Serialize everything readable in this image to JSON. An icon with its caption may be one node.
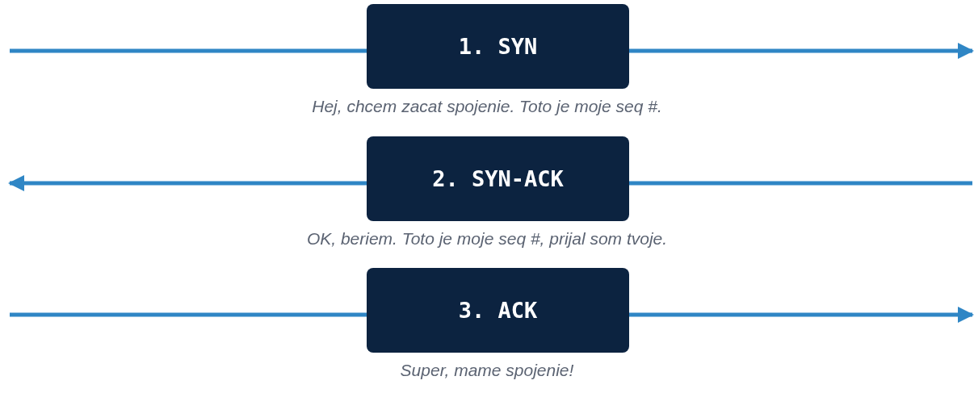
{
  "diagram": {
    "nodes": [
      {
        "text": [
          "1. SYN"
        ],
        "beside": [
          "Hej, chcem zacat spojenie. Toto je moje seq #."
        ]
      },
      {
        "text": [
          "2. SYN-ACK"
        ],
        "beside": [
          "OK, beriem. Toto je moje seq #, prijal som tvoje."
        ]
      },
      {
        "text": [
          "3. ACK"
        ],
        "beside": [
          "Super, mame spojenie!"
        ]
      }
    ],
    "edges": [
      {
        "from": null,
        "to": 0,
        "arrow": "none"
      },
      {
        "from": 0,
        "to": null,
        "arrow": "to"
      },
      {
        "from": 1,
        "to": null,
        "arrow": "to"
      },
      {
        "from": null,
        "to": 1,
        "arrow": "none"
      },
      {
        "from": null,
        "to": 2,
        "arrow": "none"
      },
      {
        "from": 2,
        "to": null,
        "arrow": "to"
      }
    ]
  }
}
